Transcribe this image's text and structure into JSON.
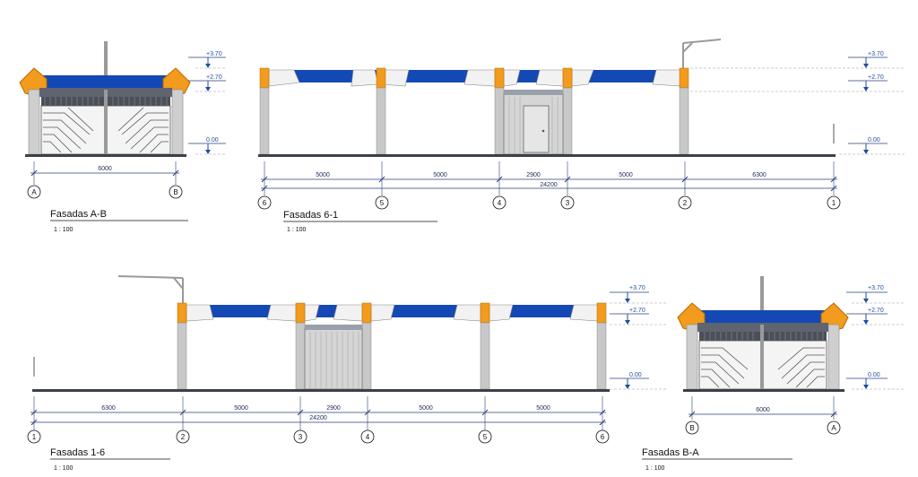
{
  "colors": {
    "roof_blue": "#1449b5",
    "orange": "#f29b1c",
    "column_grey": "#c3c3c3",
    "dim_line": "#2b3f7a",
    "level_text": "#1f4f9e"
  },
  "levels": [
    "+3.70",
    "+2.70",
    "0.00"
  ],
  "views": {
    "ab": {
      "title": "Fasadas A-B",
      "scale": "1 : 100",
      "dim": "6000",
      "grids": [
        "A",
        "B"
      ]
    },
    "g61": {
      "title": "Fasadas 6-1",
      "scale": "1 : 100",
      "dims": [
        "5000",
        "5000",
        "2900",
        "5000",
        "6300"
      ],
      "total": "24200",
      "grids": [
        "6",
        "5",
        "4",
        "3",
        "2",
        "1"
      ]
    },
    "g16": {
      "title": "Fasadas 1-6",
      "scale": "1 : 100",
      "dims": [
        "6300",
        "5000",
        "2900",
        "5000",
        "5000"
      ],
      "total": "24200",
      "grids": [
        "1",
        "2",
        "3",
        "4",
        "5",
        "6"
      ]
    },
    "ba": {
      "title": "Fasadas B-A",
      "scale": "1 : 100",
      "dim": "6000",
      "grids": [
        "B",
        "A"
      ]
    }
  }
}
